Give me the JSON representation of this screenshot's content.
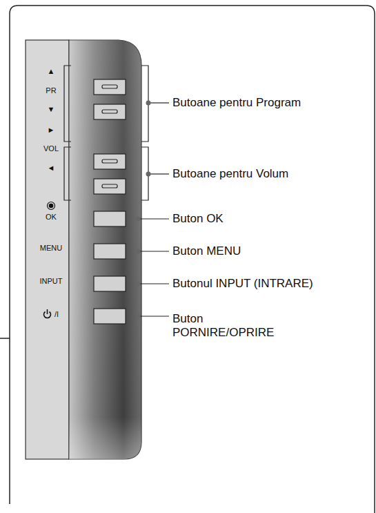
{
  "diagram": {
    "labels": [
      "▲",
      "PR",
      "▼",
      "►",
      "VOL",
      "◄",
      "OK",
      "MENU",
      "INPUT",
      "/I",
      "Butoane pentru Program",
      "Butoane pentru Volum",
      "Buton OK",
      "Buton MENU",
      "Butonul INPUT (INTRARE)",
      "Buton PORNIRE/OPRIRE"
    ]
  }
}
